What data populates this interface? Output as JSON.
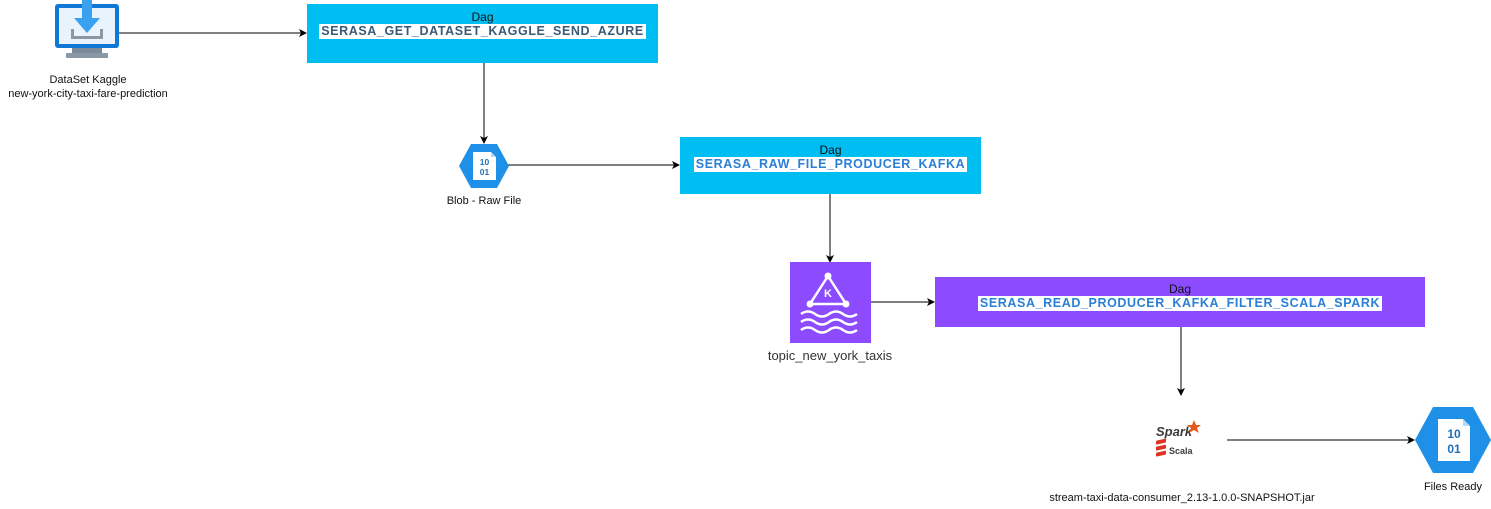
{
  "nodes": {
    "dataset": {
      "title": "DataSet Kaggle",
      "subtitle": "new-york-city-taxi-fare-prediction"
    },
    "dag1": {
      "label": "Dag",
      "name": "SERASA_GET_DATASET_KAGGLE_SEND_AZURE"
    },
    "blob": {
      "label": "Blob - Raw File",
      "icon_text_top": "10",
      "icon_text_bottom": "01"
    },
    "dag2": {
      "label": "Dag",
      "name": "SERASA_RAW_FILE_PRODUCER_KAFKA"
    },
    "kafka": {
      "label": "topic_new_york_taxis",
      "icon_letter": "K"
    },
    "dag3": {
      "label": "Dag",
      "name": "SERASA_READ_PRODUCER_KAFKA_FILTER_SCALA_SPARK"
    },
    "spark": {
      "label": "stream-taxi-data-consumer_2.13-1.0.0-SNAPSHOT.jar",
      "logo_text_top": "Spark",
      "logo_text_bottom": "Scala"
    },
    "files": {
      "label": "Files Ready",
      "icon_text_top": "10",
      "icon_text_bottom": "01"
    }
  },
  "edges": [
    {
      "from": "dataset",
      "to": "dag1"
    },
    {
      "from": "dag1",
      "to": "blob"
    },
    {
      "from": "blob",
      "to": "dag2"
    },
    {
      "from": "dag2",
      "to": "kafka"
    },
    {
      "from": "kafka",
      "to": "dag3"
    },
    {
      "from": "dag3",
      "to": "spark"
    },
    {
      "from": "spark",
      "to": "files"
    }
  ],
  "colors": {
    "dag_blue": "#00bef2",
    "dag_purple": "#8c4bff",
    "azure_blue": "#0f78d4",
    "kafka_purple": "#8c4bff",
    "scala_red": "#de3423",
    "spark_orange": "#e25a1c"
  },
  "icons": {
    "dataset": "monitor-download-icon",
    "blob": "blob-file-icon",
    "kafka": "kafka-topic-icon",
    "spark": "spark-scala-logo",
    "files": "blob-file-icon"
  }
}
